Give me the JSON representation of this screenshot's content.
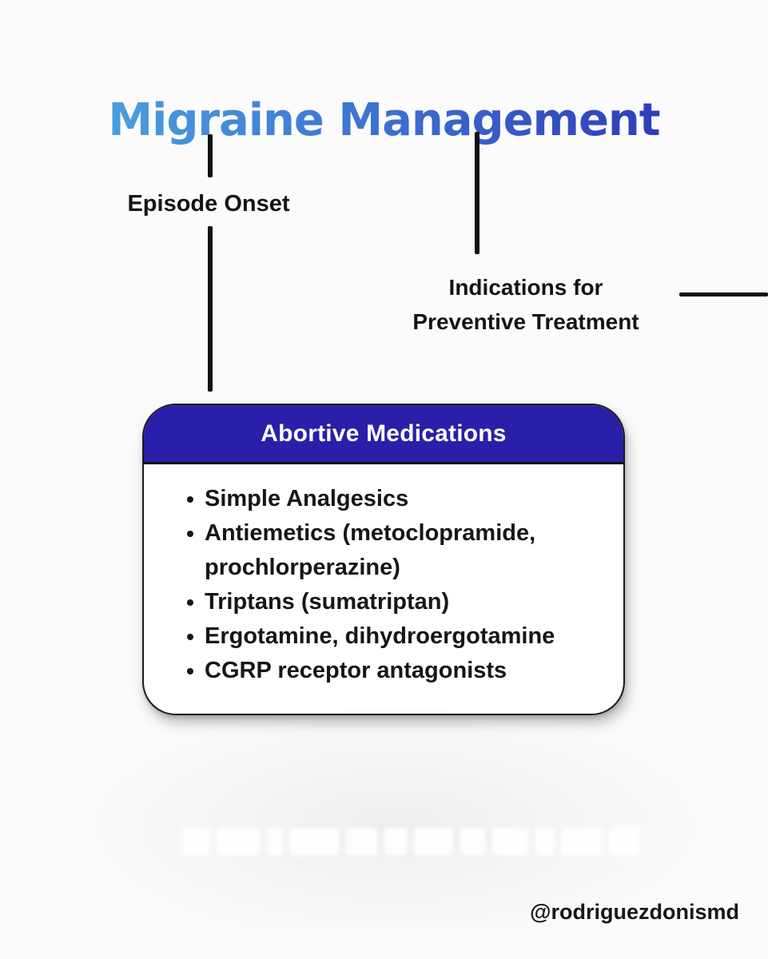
{
  "page": {
    "title": "Migraine Management",
    "watermark_handle": "@rodriguezdonismd",
    "background_color": "#fbfbfb"
  },
  "colors": {
    "title_gradient_start": "#4db1e2",
    "title_gradient_end": "#2a28b0",
    "card_header_bg": "#2a1fa8",
    "card_header_text": "#ffffff",
    "connector_line": "#111111",
    "body_text": "#161616"
  },
  "branches": [
    {
      "label": "Episode Onset"
    },
    {
      "label": "Indications for\nPreventive Treatment"
    }
  ],
  "card": {
    "header": "Abortive Medications",
    "items": [
      "Simple Analgesics",
      "Antiemetics (metoclopramide, prochlorperazine)",
      "Triptans (sumatriptan)",
      "Ergotamine, dihydroergotamine",
      "CGRP receptor antagonists"
    ]
  }
}
